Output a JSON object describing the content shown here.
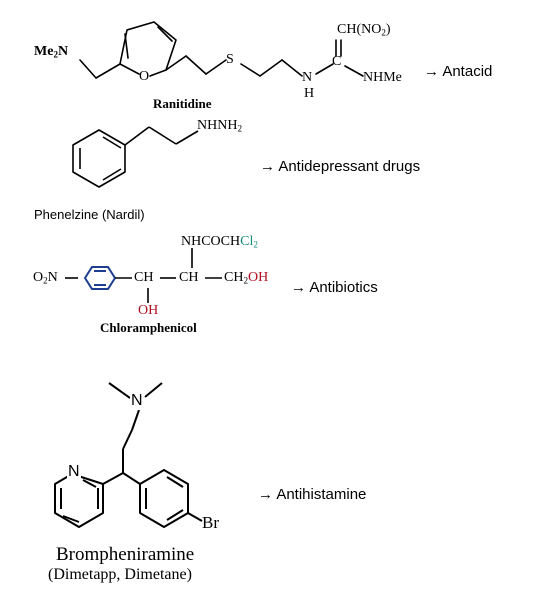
{
  "ranitidine": {
    "name": "Ranitidine",
    "left_group": "Me",
    "left_group_sub": "2",
    "left_group_tail": "N",
    "ring_o": "O",
    "s": "S",
    "n": "N",
    "h": "H",
    "c": "C",
    "top_group": "CH(NO",
    "top_group_sub": "2",
    "top_group_tail": ")",
    "right_group": "NHMe",
    "use": "→ Antacid"
  },
  "phenelzine": {
    "name": "Phenelzine (Nardil)",
    "group": "NHNH",
    "group_sub": "2",
    "use": "→ Antidepressant drugs"
  },
  "chloramphenicol": {
    "name": "Chloramphenicol",
    "top_group_a": "NHCOCH",
    "top_group_b": "Cl",
    "top_group_sub": "2",
    "left_group": "O",
    "left_group_sub": "2",
    "left_group_tail": "N",
    "ch1": "CH",
    "ch2": "CH",
    "ch3": "CH",
    "ch3_sub": "2",
    "oh_right": "OH",
    "oh_bottom": "OH",
    "use": "→ Antibiotics",
    "colors": {
      "hydroxyl": "#b01020",
      "chlorine": "#1a8a7a",
      "ring": "#1e3f8f"
    }
  },
  "brompheniramine": {
    "name": "Brompheniramine",
    "brand_names": "(Dimetapp, Dimetane)",
    "n_amine": "N",
    "n_pyridine": "N",
    "br": "Br",
    "use": "→ Antihistamine"
  }
}
